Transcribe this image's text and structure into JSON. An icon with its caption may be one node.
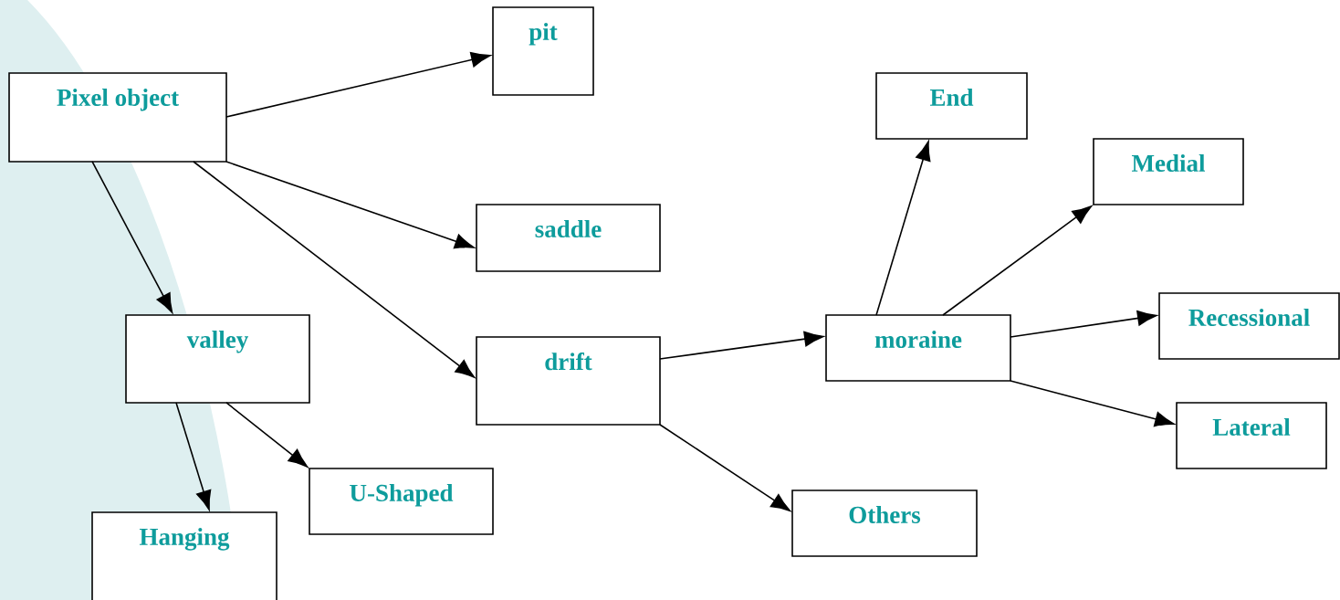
{
  "diagram": {
    "nodes": [
      {
        "text": [
          "Pixel object"
        ]
      },
      {
        "text": [
          "pit"
        ]
      },
      {
        "text": [
          "saddle"
        ]
      },
      {
        "text": [
          "valley"
        ]
      },
      {
        "text": [
          "drift"
        ]
      },
      {
        "text": [
          "U-Shaped"
        ]
      },
      {
        "text": [
          "Hanging"
        ]
      },
      {
        "text": [
          "moraine"
        ]
      },
      {
        "text": [
          "End"
        ]
      },
      {
        "text": [
          "Medial"
        ]
      },
      {
        "text": [
          "Recessional"
        ]
      },
      {
        "text": [
          "Lateral"
        ]
      },
      {
        "text": [
          "Others"
        ]
      }
    ],
    "edges": [
      {
        "from": 0,
        "to": 1,
        "arrow": "to"
      },
      {
        "from": 0,
        "to": 2,
        "arrow": "to"
      },
      {
        "from": 0,
        "to": 3,
        "arrow": "to"
      },
      {
        "from": 0,
        "to": 4,
        "arrow": "to"
      },
      {
        "from": 3,
        "to": 5,
        "arrow": "to"
      },
      {
        "from": 3,
        "to": 6,
        "arrow": "to"
      },
      {
        "from": 4,
        "to": 7,
        "arrow": "to"
      },
      {
        "from": 4,
        "to": 12,
        "arrow": "to"
      },
      {
        "from": 7,
        "to": 8,
        "arrow": "to"
      },
      {
        "from": 7,
        "to": 9,
        "arrow": "to"
      },
      {
        "from": 7,
        "to": 10,
        "arrow": "to"
      },
      {
        "from": 7,
        "to": 11,
        "arrow": "to"
      }
    ]
  }
}
